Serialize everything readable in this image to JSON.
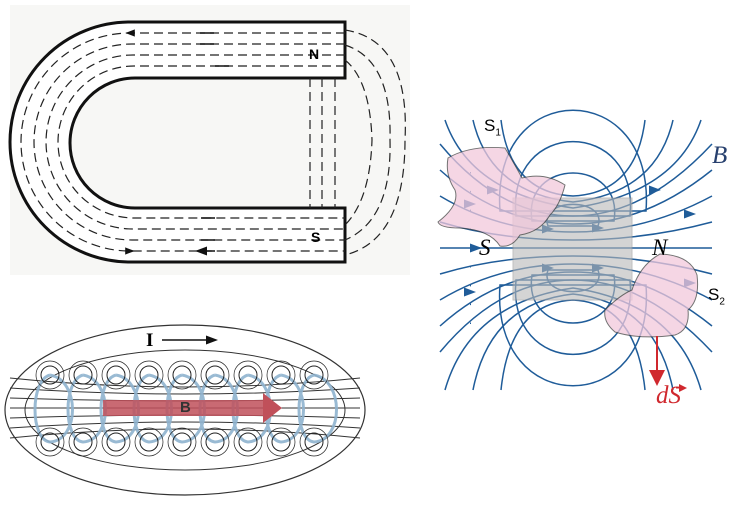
{
  "horseshoe": {
    "north_label": "N",
    "south_label": "S"
  },
  "solenoid": {
    "current_label": "I",
    "field_label": "B"
  },
  "bar_magnet": {
    "field_label": "B",
    "south_label": "S",
    "north_label": "N",
    "surface1_label": "S",
    "surface1_sub": "1",
    "surface2_label": "S",
    "surface2_sub": "2",
    "area_vector_label": "dS",
    "field_color": "#1f5c99",
    "surface_color": "#f2c9dc",
    "vector_color": "#d0282e"
  }
}
